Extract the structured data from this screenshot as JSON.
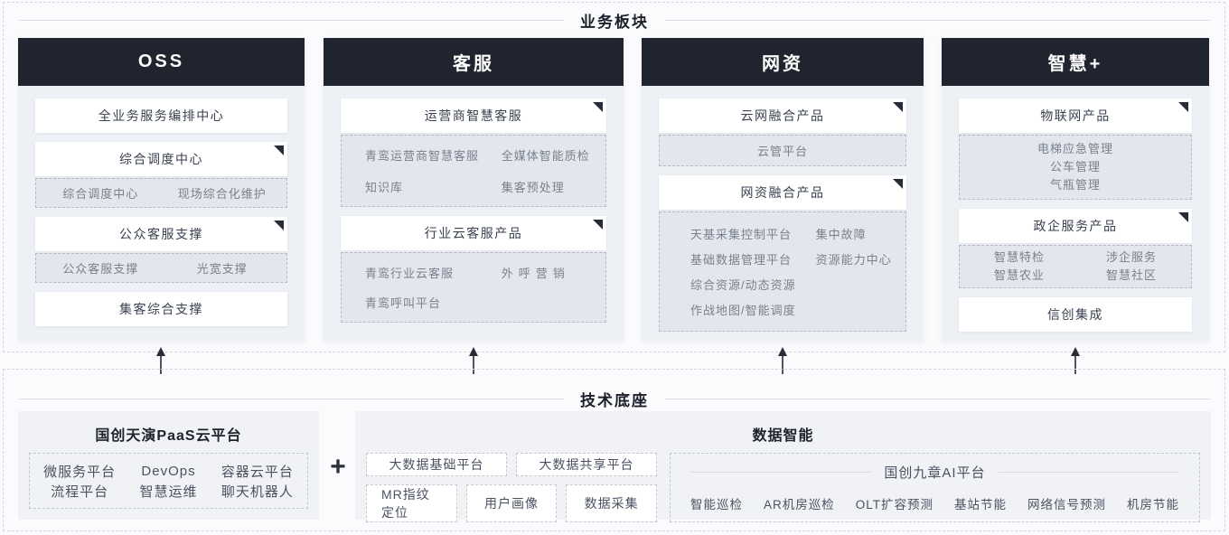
{
  "colors": {
    "header_bg": "#20242e",
    "column_body_bg": "#edf0f4",
    "sub_box_bg": "#e3e6ec"
  },
  "business": {
    "title": "业务板块",
    "columns": [
      {
        "header": "OSS",
        "groups": [
          {
            "title": "全业务服务编排中心"
          },
          {
            "title": "综合调度中心",
            "sub": {
              "items": [
                "综合调度中心",
                "现场综合化维护"
              ]
            }
          },
          {
            "title": "公众客服支撑",
            "sub": {
              "items": [
                "公众客服支撑",
                "光宽支撑"
              ]
            }
          },
          {
            "title": "集客综合支撑"
          }
        ]
      },
      {
        "header": "客服",
        "groups": [
          {
            "title": "运营商智慧客服",
            "sub": {
              "items": [
                "青鸾运营商智慧客服",
                "全媒体智能质检",
                "知识库",
                "集客预处理"
              ]
            }
          },
          {
            "title": "行业云客服产品",
            "sub": {
              "items": [
                "青鸾行业云客服",
                "外呼营销",
                "青鸾呼叫平台"
              ]
            }
          }
        ]
      },
      {
        "header": "网资",
        "groups": [
          {
            "title": "云网融合产品",
            "sub": {
              "items": [
                "云管平台"
              ]
            }
          },
          {
            "title": "网资融合产品",
            "sub": {
              "items": [
                "天基采集控制平台",
                "集中故障",
                "基础数据管理平台",
                "资源能力中心",
                "综合资源/动态资源",
                "作战地图/智能调度"
              ]
            }
          }
        ]
      },
      {
        "header": "智慧+",
        "groups": [
          {
            "title": "物联网产品",
            "sub": {
              "items": [
                "电梯应急管理",
                "公车管理",
                "气瓶管理"
              ]
            }
          },
          {
            "title": "政企服务产品",
            "sub": {
              "items": [
                "智慧特检",
                "涉企服务",
                "智慧农业",
                "智慧社区"
              ]
            }
          },
          {
            "title": "信创集成"
          }
        ]
      }
    ]
  },
  "tech": {
    "title": "技术底座",
    "plus": "+",
    "paas": {
      "title": "国创天演PaaS云平台",
      "items": [
        "微服务平台",
        "DevOps",
        "容器云平台",
        "流程平台",
        "智慧运维",
        "聊天机器人"
      ]
    },
    "data_intelligence": {
      "title": "数据智能",
      "platform_boxes_row1": [
        "大数据基础平台",
        "大数据共享平台"
      ],
      "platform_boxes_row2": [
        "MR指纹定位",
        "用户画像",
        "数据采集"
      ],
      "ai_platform": {
        "title": "国创九章AI平台",
        "items": [
          "智能巡检",
          "AR机房巡检",
          "OLT扩容预测",
          "基站节能",
          "网络信号预测",
          "机房节能"
        ]
      }
    }
  }
}
